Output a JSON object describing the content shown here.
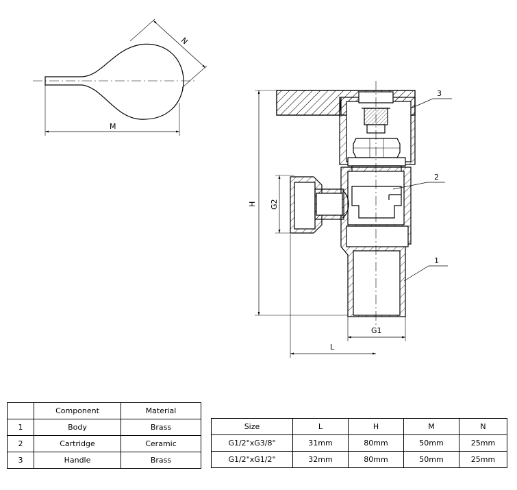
{
  "drawing": {
    "dimensions": {
      "m": "M",
      "n": "N",
      "h": "H",
      "g1": "G1",
      "g2": "G2",
      "l": "L"
    },
    "callouts": [
      "3",
      "2",
      "1"
    ]
  },
  "component_table": {
    "headers": [
      "",
      "Component",
      "Material"
    ],
    "rows": [
      [
        "1",
        "Body",
        "Brass"
      ],
      [
        "2",
        "Cartridge",
        "Ceramic"
      ],
      [
        "3",
        "Handle",
        "Brass"
      ]
    ]
  },
  "size_table": {
    "headers": [
      "Size",
      "L",
      "H",
      "M",
      "N"
    ],
    "rows": [
      [
        "G1/2\"xG3/8\"",
        "31mm",
        "80mm",
        "50mm",
        "25mm"
      ],
      [
        "G1/2\"xG1/2\"",
        "32mm",
        "80mm",
        "50mm",
        "25mm"
      ]
    ]
  }
}
